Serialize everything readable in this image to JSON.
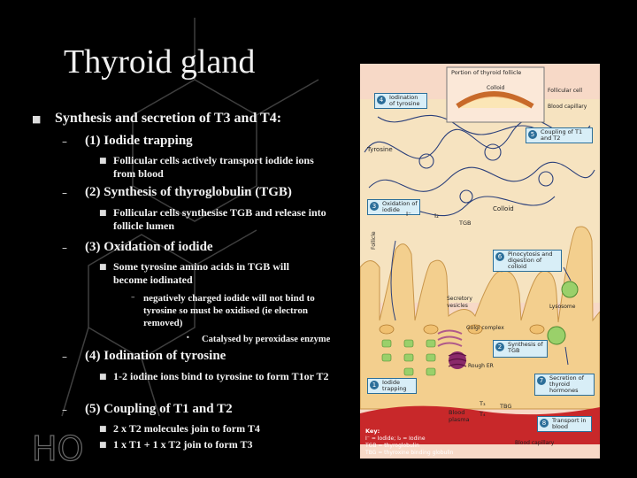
{
  "slide": {
    "title": "Thyroid gland",
    "main_bullet": "Synthesis and secretion of T3 and T4:",
    "sections": [
      {
        "heading": "(1) Iodide trapping",
        "points": [
          "Follicular cells actively transport iodide ions from blood"
        ]
      },
      {
        "heading": "(2) Synthesis of thyroglobulin (TGB)",
        "points": [
          "Follicular cells synthesise TGB and release into follicle lumen"
        ]
      },
      {
        "heading": "(3) Oxidation of iodide",
        "points": [
          "Some tyrosine amino acids in TGB will become iodinated"
        ],
        "sub_point": "negatively charged iodide will not bind to tyrosine so must be oxidised (ie electron removed)",
        "sub_sub_point": "Catalysed by peroxidase enzyme"
      },
      {
        "heading": "(4) Iodination of tyrosine",
        "points": [
          "1-2 iodine ions bind to tyrosine to form T1or T2"
        ]
      },
      {
        "heading": "(5) Coupling of T1 and T2",
        "points": [
          "2 x T2 molecules join to form T4",
          "1 x T1 + 1 x T2 join to form T3"
        ]
      }
    ]
  },
  "diagram": {
    "inset_title": "Portion of thyroid follicle",
    "inset_labels": [
      "Colloid",
      "Follicular cell",
      "Blood capillary"
    ],
    "steps": [
      {
        "num": "1",
        "label": "Iodide trapping"
      },
      {
        "num": "2",
        "label": "Synthesis of TGB"
      },
      {
        "num": "3",
        "label": "Oxidation of iodide"
      },
      {
        "num": "4",
        "label": "Iodination of tyrosine"
      },
      {
        "num": "5",
        "label": "Coupling of T1 and T2"
      },
      {
        "num": "6",
        "label": "Pinocytosis and digestion of colloid"
      },
      {
        "num": "7",
        "label": "Secretion of thyroid hormones"
      },
      {
        "num": "8",
        "label": "Transport in blood"
      }
    ],
    "labels": {
      "tyrosine": "Tyrosine",
      "colloid": "Colloid",
      "tgb": "TGB",
      "follicle": "Follicle",
      "secretory": "Secretory vesicles",
      "golgi": "Golgi complex",
      "rough_er": "Rough ER",
      "lysosome": "Lysosome",
      "blood_plasma": "Blood plasma",
      "blood_capillary": "Blood capillary",
      "iodide_ion": "I⁻",
      "iodine": "I₂",
      "t3": "T₃",
      "t4": "T₄",
      "tbg": "TBG"
    },
    "key_title": "Key:",
    "key_lines": [
      "I⁻ = Iodide;  I₂ = Iodine",
      "TGB = thyroglobulin",
      "TBG = thyroxine binding globulin"
    ]
  },
  "watermark": "HO",
  "colors": {
    "background": "#000000",
    "text": "#f2f2f2",
    "step_box": "#d8eef7",
    "step_border": "#2b6e99",
    "cell": "#f4d7a0",
    "colloid": "#f3e5b8",
    "blood": "#c8282a"
  }
}
